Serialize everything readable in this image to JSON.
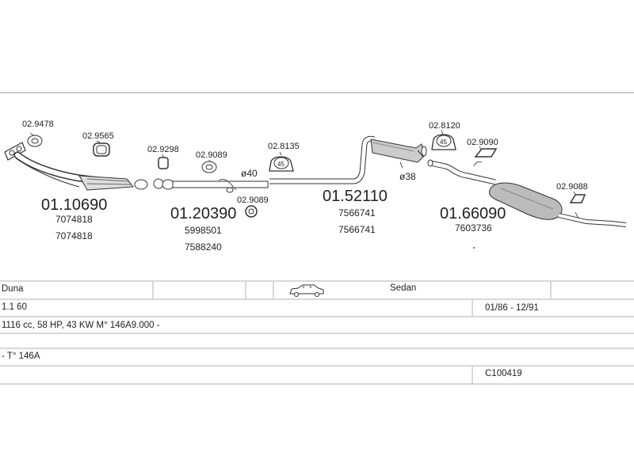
{
  "sections": [
    {
      "main": "01.10690",
      "codes": [
        "7074818",
        "7074818"
      ],
      "parts": [
        "02.9478",
        "02.9565"
      ]
    },
    {
      "main": "01.20390",
      "codes": [
        "5998501",
        "7588240"
      ],
      "parts": [
        "02.9298",
        "02.9089",
        "02.9089"
      ],
      "diameter": "ø40"
    },
    {
      "main": "01.52110",
      "codes": [
        "7566741",
        "7566741"
      ],
      "parts": [
        "02.8135"
      ],
      "diameter": "ø38",
      "clamp_label": "45"
    },
    {
      "main": "01.66090",
      "codes": [
        "7603736"
      ],
      "parts": [
        "02.8120",
        "02.9090",
        "02.9088"
      ],
      "clamp_label": "45"
    }
  ],
  "table": {
    "model": "Duna",
    "body": "Sedan",
    "engine": "1.1 60",
    "years": "01/86 - 12/91",
    "details": "1116 cc, 58 HP, 43 KW M° 146A9.000 -",
    "type": "- T° 146A",
    "code": "C100419",
    "car_icon": "sedan-car-icon"
  }
}
